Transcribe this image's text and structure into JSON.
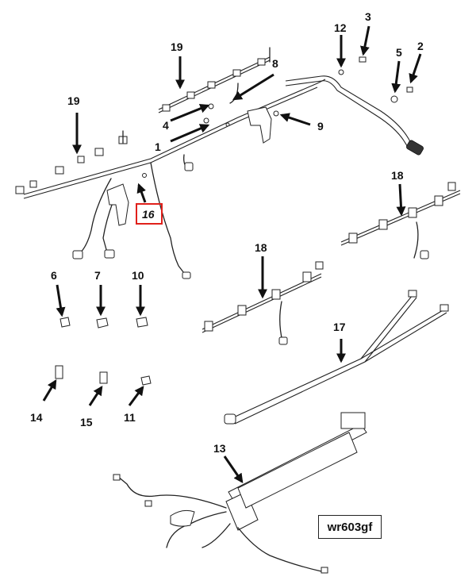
{
  "callouts": {
    "c1": "1",
    "c2": "2",
    "c3": "3",
    "c4": "4",
    "c5": "5",
    "c6": "6",
    "c7": "7",
    "c8": "8",
    "c9": "9",
    "c10": "10",
    "c11": "11",
    "c12": "12",
    "c13": "13",
    "c14": "14",
    "c15": "15",
    "c16": "16",
    "c17": "17",
    "c18a": "18",
    "c18b": "18",
    "c19a": "19",
    "c19b": "19"
  },
  "highlight": {
    "callout": "16",
    "color": "#e0201b"
  },
  "reference_code": "wr603gf"
}
